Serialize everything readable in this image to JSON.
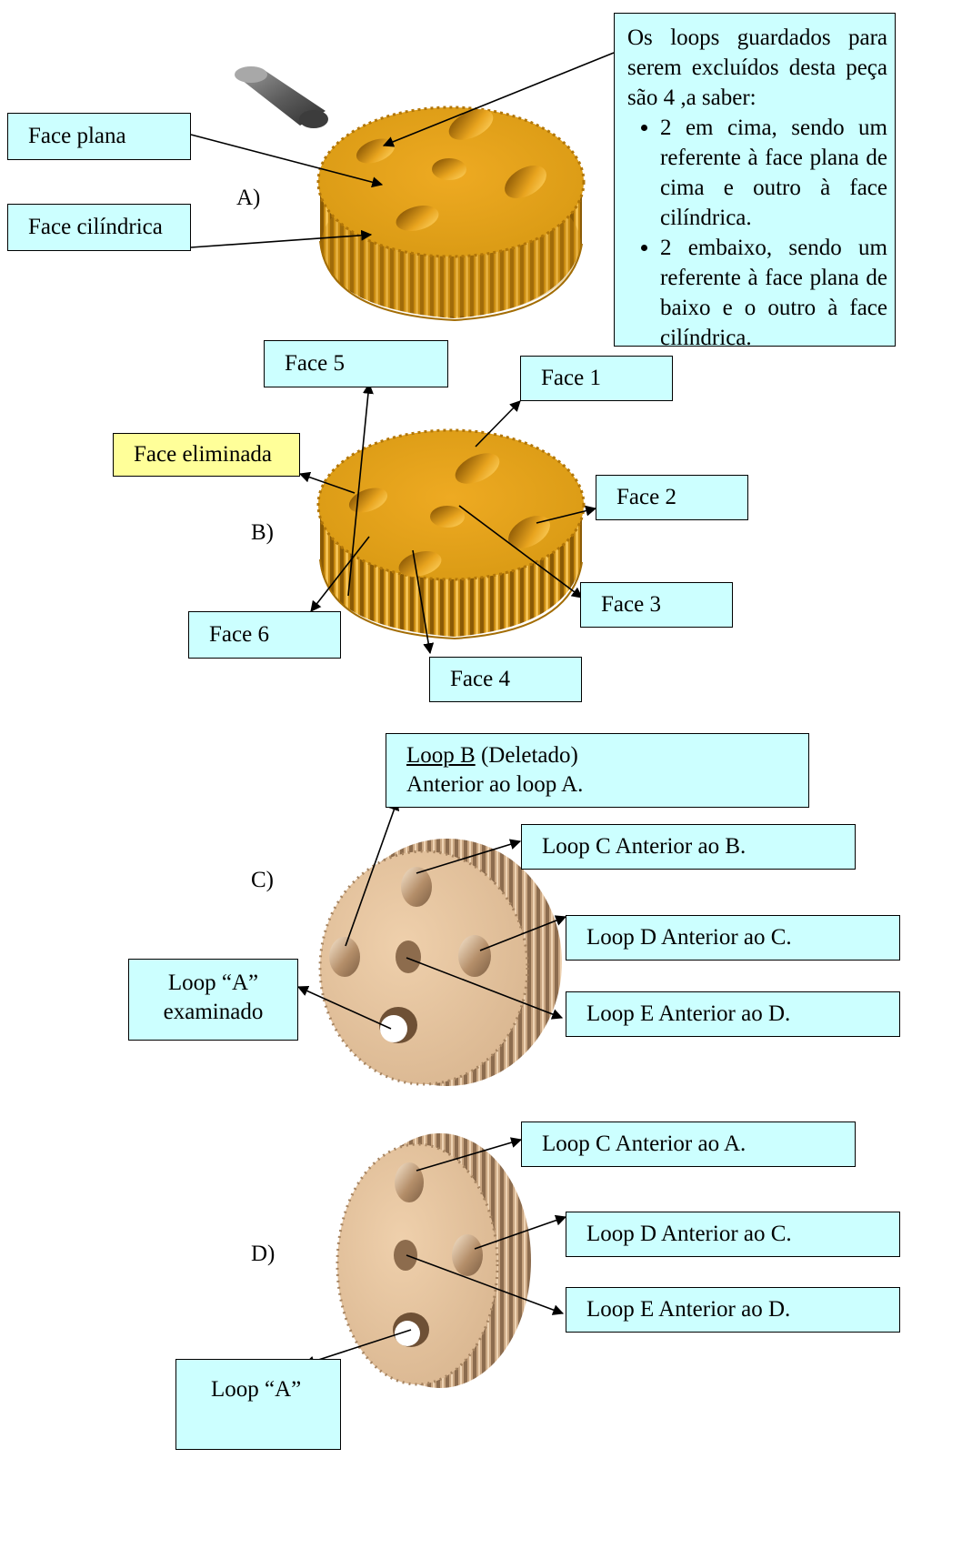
{
  "colors": {
    "label_box": "#ccffff",
    "highlight_box": "#ffff99",
    "gear_gold": "#e3a11a",
    "gear_tan": "#e2bf98"
  },
  "panel_a": {
    "label": "A)",
    "callouts": {
      "face_plana": "Face plana",
      "face_cilindrica": "Face cilíndrica"
    },
    "note": {
      "intro": "Os loops guardados para serem excluídos desta peça são 4 ,a saber:",
      "bullets": [
        "2 em cima, sendo um referente à face plana de cima e outro à face cilíndrica.",
        "2 embaixo, sendo um referente à face plana de baixo e o outro à face cilíndrica."
      ]
    }
  },
  "panel_b": {
    "label": "B)",
    "callouts": {
      "face_eliminada": "Face eliminada",
      "face1": "Face 1",
      "face2": "Face 2",
      "face3": "Face 3",
      "face4": "Face 4",
      "face5": "Face 5",
      "face6": "Face 6"
    }
  },
  "panel_c": {
    "label": "C)",
    "callouts": {
      "loop_b_title": "Loop B",
      "loop_b_status": " (Deletado)",
      "loop_b_line2": "Anterior ao loop A.",
      "loop_c": "Loop C Anterior ao B.",
      "loop_d": "Loop D Anterior ao C.",
      "loop_e": "Loop E Anterior ao D.",
      "loop_a_line1": "Loop “A”",
      "loop_a_line2": "examinado"
    }
  },
  "panel_d": {
    "label": "D)",
    "callouts": {
      "loop_c": "Loop C Anterior ao A.",
      "loop_d": "Loop D Anterior ao C.",
      "loop_e": "Loop E Anterior ao D.",
      "loop_a": "Loop “A”"
    }
  }
}
